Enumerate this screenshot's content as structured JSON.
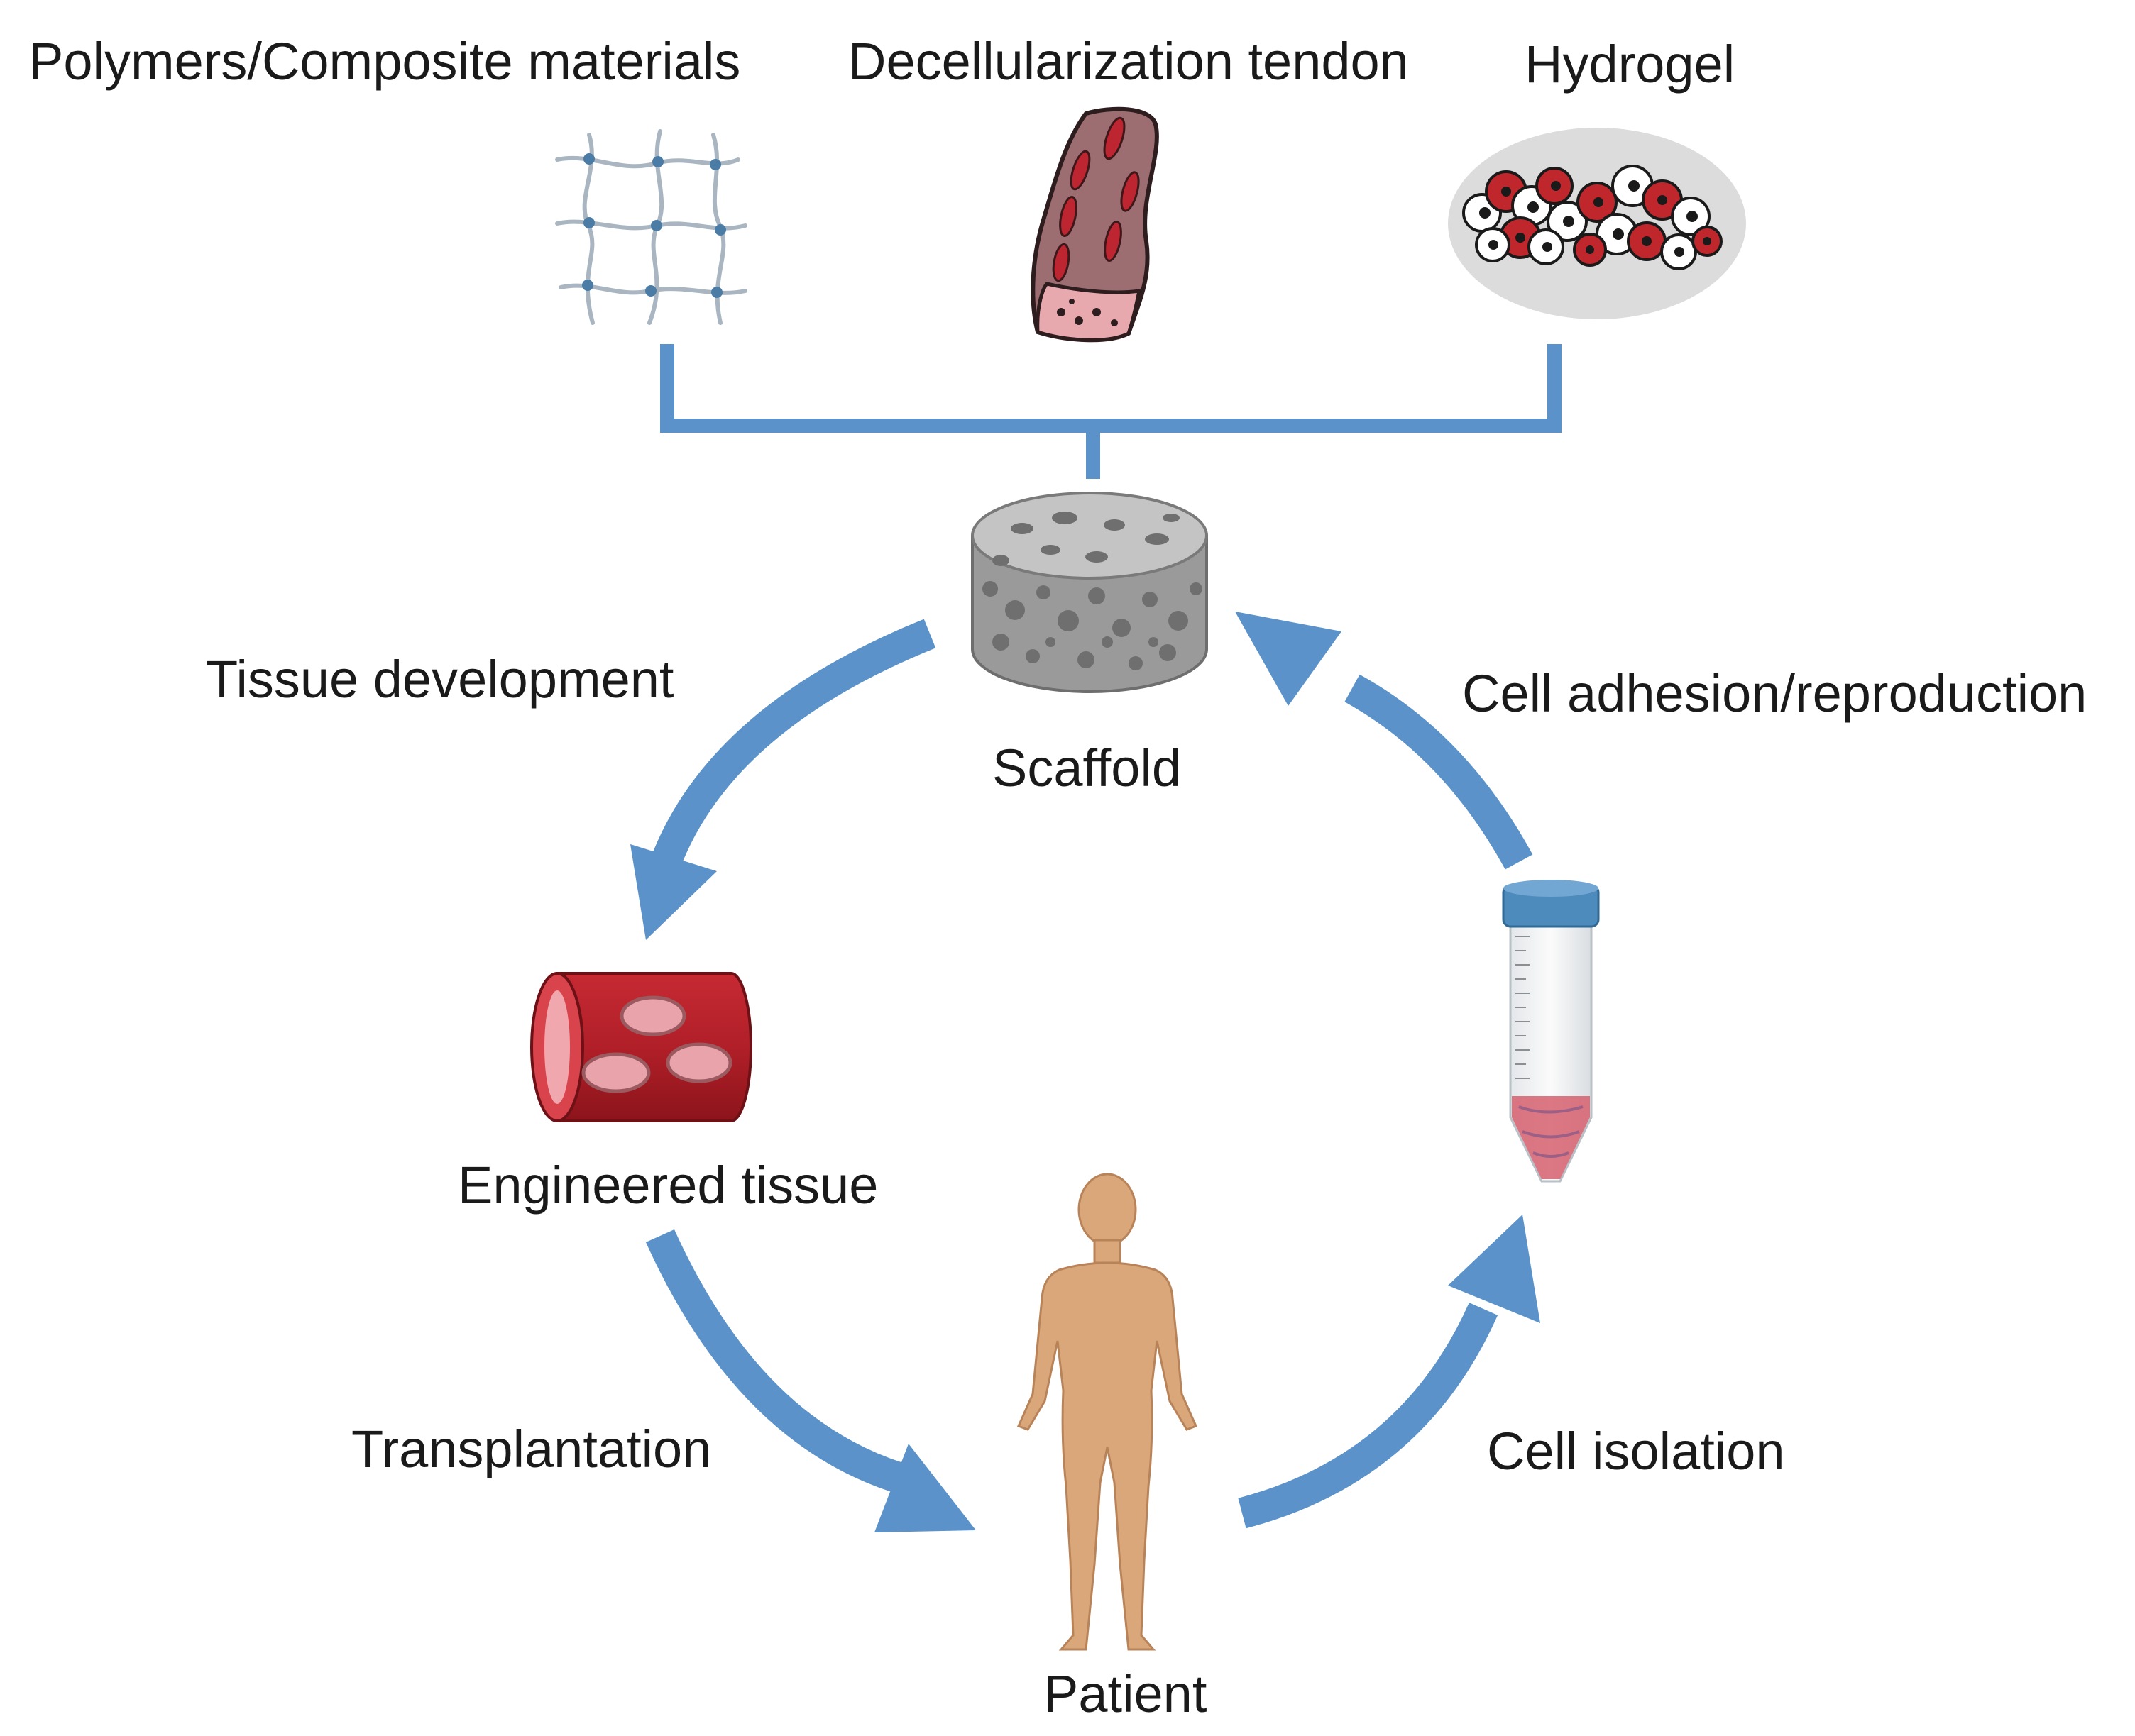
{
  "materials": {
    "polymers": "Polymers/Composite materials",
    "decell": "Decellularization tendon",
    "hydrogel": "Hydrogel"
  },
  "cycle": {
    "scaffold": "Scaffold",
    "engineered": "Engineered tissue",
    "patient": "Patient",
    "tissue_dev": "Tissue development",
    "transplant": "Transplantation",
    "isolation": "Cell isolation",
    "adhesion": "Cell adhesion/reproduction"
  },
  "colors": {
    "arrow": "#5a92c9",
    "tissue_red": "#b5222a",
    "skin": "#d9a77a",
    "scaffold_gray": "#9a9a9a"
  }
}
